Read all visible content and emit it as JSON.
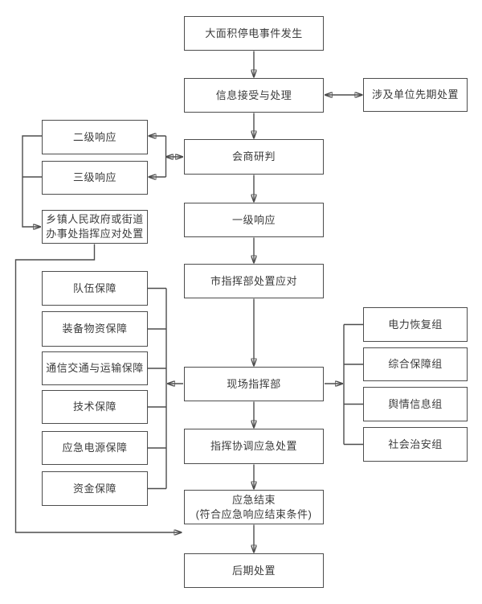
{
  "flowchart": {
    "colors": {
      "background": "#ffffff",
      "border": "#4d4d4d",
      "line": "#4d4d4d",
      "text": "#3c3c3c"
    },
    "nodes": {
      "event": "大面积停电事件发生",
      "info_processing": "信息接受与处理",
      "prior_disposal": "涉及单位先期处置",
      "level2_response": "二级响应",
      "level3_response": "三级响应",
      "consultation": "会商研判",
      "township_line1": "乡镇人民政府或街道",
      "township_line2": "办事处指挥应对处置",
      "level1_response": "一级响应",
      "city_command": "市指挥部处置应对",
      "team_support": "队伍保障",
      "equipment_support": "装备物资保障",
      "transport_support": "通信交通与运输保障",
      "tech_support": "技术保障",
      "power_supply_support": "应急电源保障",
      "fund_support": "资金保障",
      "field_command": "现场指挥部",
      "power_restoration_group": "电力恢复组",
      "comprehensive_support_group": "综合保障组",
      "public_opinion_group": "舆情信息组",
      "social_security_group": "社会治安组",
      "command_coordination": "指挥协调应急处置",
      "emergency_end_line1": "应急结束",
      "emergency_end_line2": "(符合应急响应结束条件)",
      "post_disposal": "后期处置"
    }
  }
}
